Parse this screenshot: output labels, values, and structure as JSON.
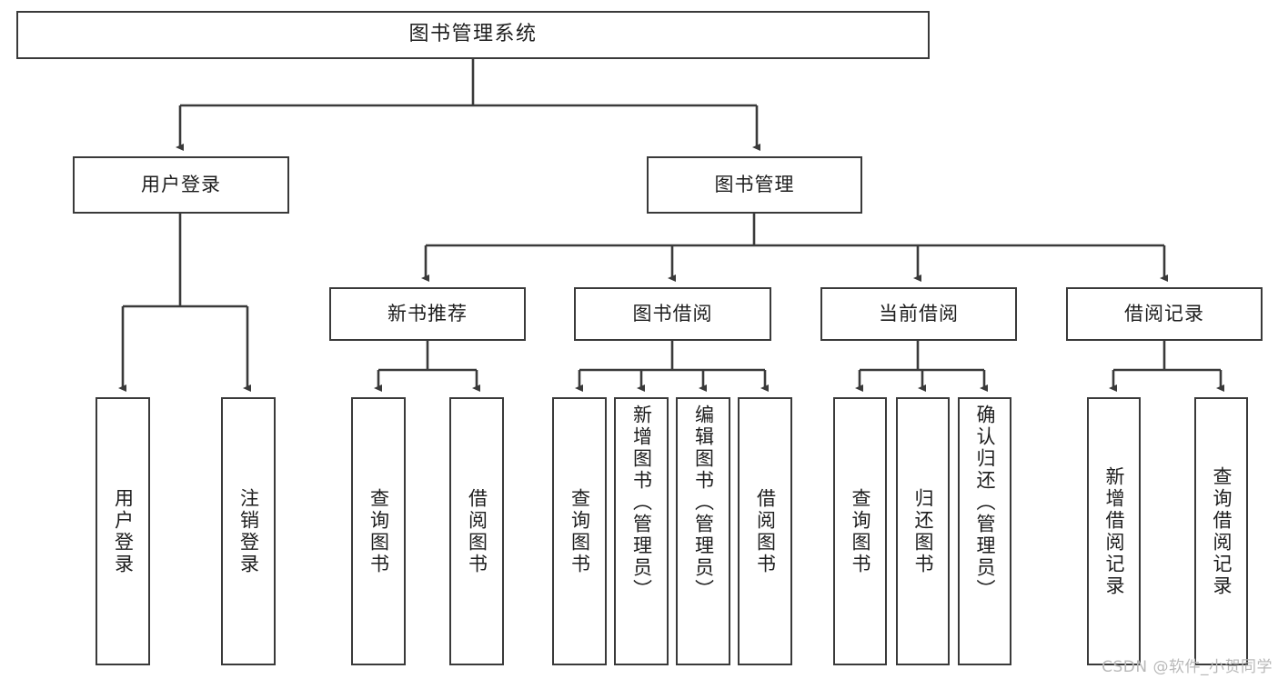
{
  "diagram": {
    "title": "图书管理系统",
    "type": "tree-hierarchy-chart",
    "stroke_color": "#3a3a3a",
    "background_color": "#ffffff",
    "text_color": "#1d1d1d"
  },
  "watermark": {
    "text": "CSDN @软件_小贺同学",
    "color": "#b9b9b9"
  },
  "nodes": {
    "root": {
      "label": "图书管理系统"
    },
    "level2": [
      {
        "label": "用户登录"
      },
      {
        "label": "图书管理"
      }
    ],
    "level3": [
      {
        "label": "新书推荐"
      },
      {
        "label": "图书借阅"
      },
      {
        "label": "当前借阅"
      },
      {
        "label": "借阅记录"
      }
    ],
    "leaves_user_login": [
      {
        "label": "用户登录"
      },
      {
        "label": "注销登录"
      }
    ],
    "leaves_new_book": [
      {
        "label": "查询图书"
      },
      {
        "label": "借阅图书"
      }
    ],
    "leaves_borrow": [
      {
        "label": "查询图书"
      },
      {
        "label": "新增图书（管理员）"
      },
      {
        "label": "编辑图书（管理员）"
      },
      {
        "label": "借阅图书"
      }
    ],
    "leaves_current": [
      {
        "label": "查询图书"
      },
      {
        "label": "归还图书"
      },
      {
        "label": "确认归还（管理员）"
      }
    ],
    "leaves_record": [
      {
        "label": "新增借阅记录"
      },
      {
        "label": "查询借阅记录"
      }
    ]
  }
}
